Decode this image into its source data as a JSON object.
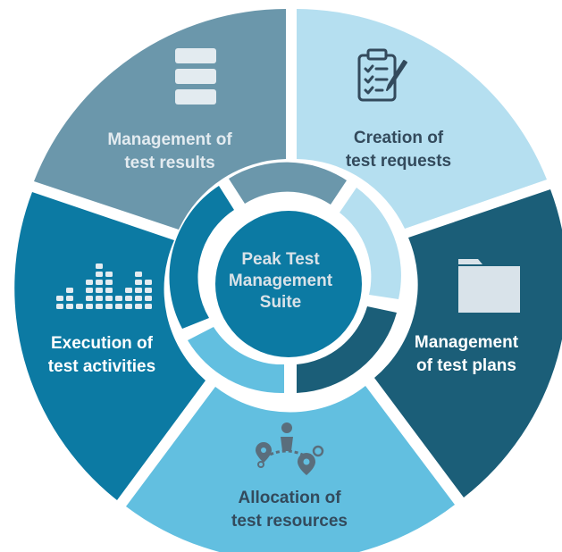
{
  "diagram": {
    "center": {
      "lines": [
        "Peak Test",
        "Management",
        "Suite"
      ]
    },
    "segments": [
      {
        "id": "management-of-test-results",
        "lines": [
          "Management of",
          "test results"
        ],
        "icon": "server-stack-icon",
        "color": "#6b97ab",
        "text_color": "#e3ebf0"
      },
      {
        "id": "creation-of-test-requests",
        "lines": [
          "Creation of",
          "test requests"
        ],
        "icon": "clipboard-checklist-icon",
        "color": "#b5dff0",
        "text_color": "#334a5c"
      },
      {
        "id": "management-of-test-plans",
        "lines": [
          "Management",
          "of test plans"
        ],
        "icon": "folder-icon",
        "color": "#1b5e78",
        "text_color": "#ffffff"
      },
      {
        "id": "allocation-of-test-resources",
        "lines": [
          "Allocation of",
          "test resources"
        ],
        "icon": "route-map-icon",
        "color": "#62bfe0",
        "text_color": "#334a5c"
      },
      {
        "id": "execution-of-test-activities",
        "lines": [
          "Execution of",
          "test activities"
        ],
        "icon": "equalizer-icon",
        "color": "#0c7aa3",
        "text_color": "#ffffff"
      }
    ],
    "ring_colors": {
      "top": "#6b97ab",
      "right_upper": "#b5dff0",
      "right_lower": "#1b5e78",
      "bottom": "#62bfe0",
      "left": "#0c7aa3",
      "core": "#0c7aa3"
    }
  }
}
